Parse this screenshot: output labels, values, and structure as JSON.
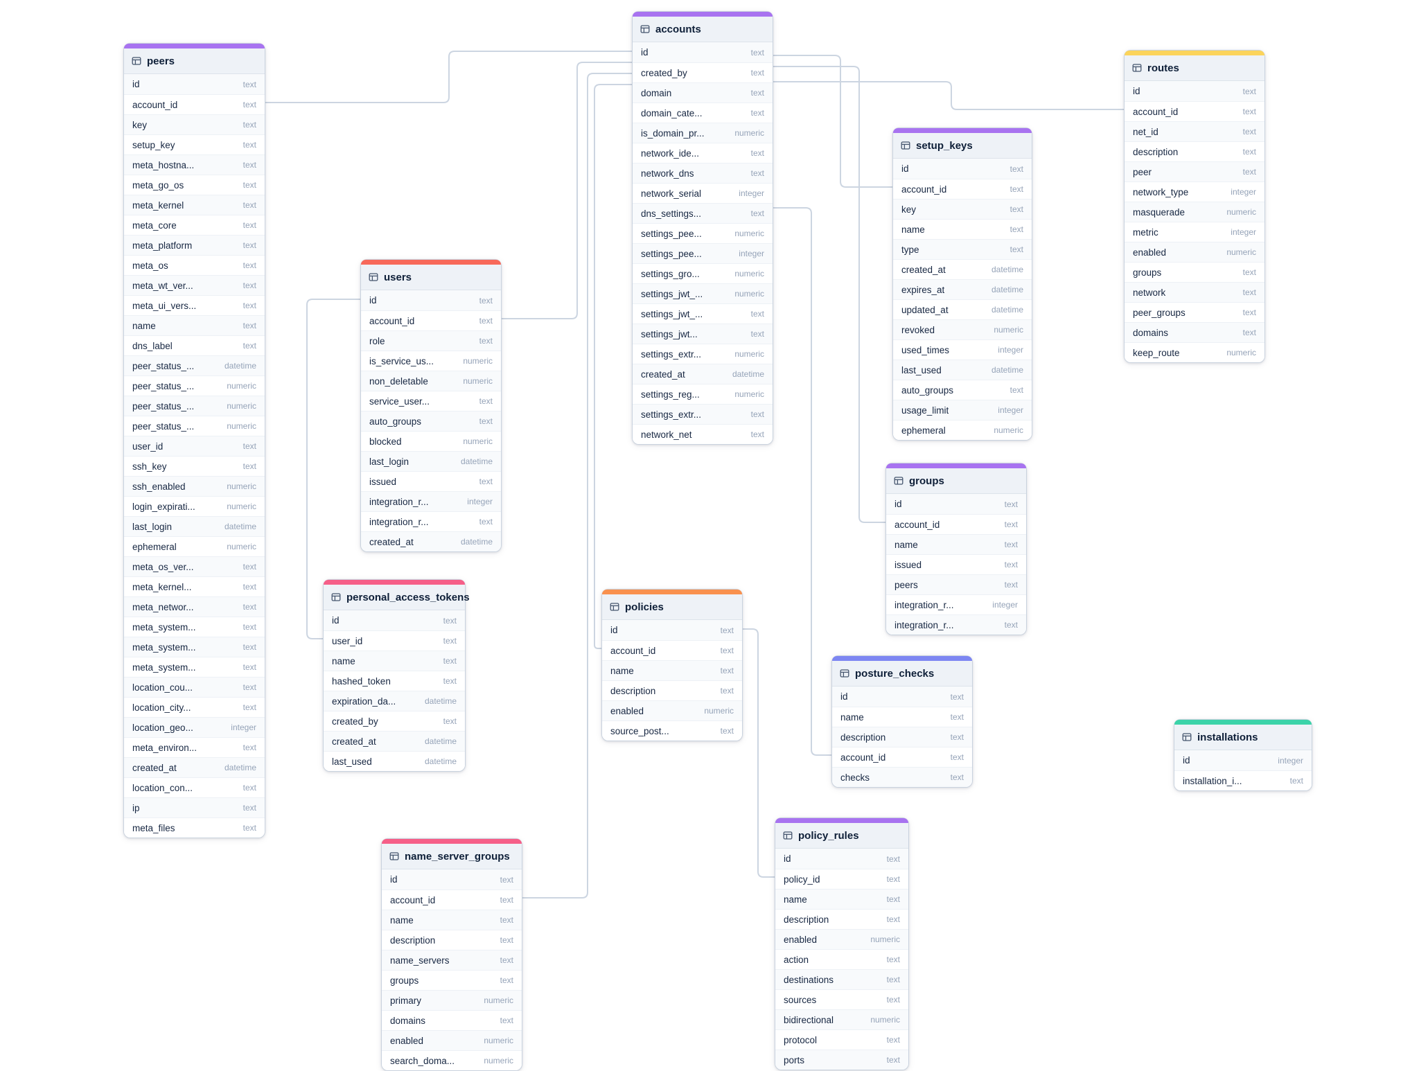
{
  "diagram": {
    "connector_color": "#ccd5e1",
    "tables": [
      {
        "id": "peers",
        "title": "peers",
        "header_color": "#a873f0",
        "fields": [
          {
            "name": "id",
            "type": "text"
          },
          {
            "name": "account_id",
            "type": "text"
          },
          {
            "name": "key",
            "type": "text"
          },
          {
            "name": "setup_key",
            "type": "text"
          },
          {
            "name": "meta_hostna...",
            "type": "text"
          },
          {
            "name": "meta_go_os",
            "type": "text"
          },
          {
            "name": "meta_kernel",
            "type": "text"
          },
          {
            "name": "meta_core",
            "type": "text"
          },
          {
            "name": "meta_platform",
            "type": "text"
          },
          {
            "name": "meta_os",
            "type": "text"
          },
          {
            "name": "meta_wt_ver...",
            "type": "text"
          },
          {
            "name": "meta_ui_vers...",
            "type": "text"
          },
          {
            "name": "name",
            "type": "text"
          },
          {
            "name": "dns_label",
            "type": "text"
          },
          {
            "name": "peer_status_...",
            "type": "datetime"
          },
          {
            "name": "peer_status_...",
            "type": "numeric"
          },
          {
            "name": "peer_status_...",
            "type": "numeric"
          },
          {
            "name": "peer_status_...",
            "type": "numeric"
          },
          {
            "name": "user_id",
            "type": "text"
          },
          {
            "name": "ssh_key",
            "type": "text"
          },
          {
            "name": "ssh_enabled",
            "type": "numeric"
          },
          {
            "name": "login_expirati...",
            "type": "numeric"
          },
          {
            "name": "last_login",
            "type": "datetime"
          },
          {
            "name": "ephemeral",
            "type": "numeric"
          },
          {
            "name": "meta_os_ver...",
            "type": "text"
          },
          {
            "name": "meta_kernel...",
            "type": "text"
          },
          {
            "name": "meta_networ...",
            "type": "text"
          },
          {
            "name": "meta_system...",
            "type": "text"
          },
          {
            "name": "meta_system...",
            "type": "text"
          },
          {
            "name": "meta_system...",
            "type": "text"
          },
          {
            "name": "location_cou...",
            "type": "text"
          },
          {
            "name": "location_city...",
            "type": "text"
          },
          {
            "name": "location_geo...",
            "type": "integer"
          },
          {
            "name": "meta_environ...",
            "type": "text"
          },
          {
            "name": "created_at",
            "type": "datetime"
          },
          {
            "name": "location_con...",
            "type": "text"
          },
          {
            "name": "ip",
            "type": "text"
          },
          {
            "name": "meta_files",
            "type": "text"
          }
        ]
      },
      {
        "id": "users",
        "title": "users",
        "header_color": "#f8695a",
        "fields": [
          {
            "name": "id",
            "type": "text"
          },
          {
            "name": "account_id",
            "type": "text"
          },
          {
            "name": "role",
            "type": "text"
          },
          {
            "name": "is_service_us...",
            "type": "numeric"
          },
          {
            "name": "non_deletable",
            "type": "numeric"
          },
          {
            "name": "service_user...",
            "type": "text"
          },
          {
            "name": "auto_groups",
            "type": "text"
          },
          {
            "name": "blocked",
            "type": "numeric"
          },
          {
            "name": "last_login",
            "type": "datetime"
          },
          {
            "name": "issued",
            "type": "text"
          },
          {
            "name": "integration_r...",
            "type": "integer"
          },
          {
            "name": "integration_r...",
            "type": "text"
          },
          {
            "name": "created_at",
            "type": "datetime"
          }
        ]
      },
      {
        "id": "accounts",
        "title": "accounts",
        "header_color": "#a873f0",
        "fields": [
          {
            "name": "id",
            "type": "text"
          },
          {
            "name": "created_by",
            "type": "text"
          },
          {
            "name": "domain",
            "type": "text"
          },
          {
            "name": "domain_cate...",
            "type": "text"
          },
          {
            "name": "is_domain_pr...",
            "type": "numeric"
          },
          {
            "name": "network_ide...",
            "type": "text"
          },
          {
            "name": "network_dns",
            "type": "text"
          },
          {
            "name": "network_serial",
            "type": "integer"
          },
          {
            "name": "dns_settings...",
            "type": "text"
          },
          {
            "name": "settings_pee...",
            "type": "numeric"
          },
          {
            "name": "settings_pee...",
            "type": "integer"
          },
          {
            "name": "settings_gro...",
            "type": "numeric"
          },
          {
            "name": "settings_jwt_...",
            "type": "numeric"
          },
          {
            "name": "settings_jwt_...",
            "type": "text"
          },
          {
            "name": "settings_jwt...",
            "type": "text"
          },
          {
            "name": "settings_extr...",
            "type": "numeric"
          },
          {
            "name": "created_at",
            "type": "datetime"
          },
          {
            "name": "settings_reg...",
            "type": "numeric"
          },
          {
            "name": "settings_extr...",
            "type": "text"
          },
          {
            "name": "network_net",
            "type": "text"
          }
        ]
      },
      {
        "id": "personal_access_tokens",
        "title": "personal_access_tokens",
        "header_color": "#f65f88",
        "fields": [
          {
            "name": "id",
            "type": "text"
          },
          {
            "name": "user_id",
            "type": "text"
          },
          {
            "name": "name",
            "type": "text"
          },
          {
            "name": "hashed_token",
            "type": "text"
          },
          {
            "name": "expiration_da...",
            "type": "datetime"
          },
          {
            "name": "created_by",
            "type": "text"
          },
          {
            "name": "created_at",
            "type": "datetime"
          },
          {
            "name": "last_used",
            "type": "datetime"
          }
        ]
      },
      {
        "id": "name_server_groups",
        "title": "name_server_groups",
        "header_color": "#f65f88",
        "fields": [
          {
            "name": "id",
            "type": "text"
          },
          {
            "name": "account_id",
            "type": "text"
          },
          {
            "name": "name",
            "type": "text"
          },
          {
            "name": "description",
            "type": "text"
          },
          {
            "name": "name_servers",
            "type": "text"
          },
          {
            "name": "groups",
            "type": "text"
          },
          {
            "name": "primary",
            "type": "numeric"
          },
          {
            "name": "domains",
            "type": "text"
          },
          {
            "name": "enabled",
            "type": "numeric"
          },
          {
            "name": "search_doma...",
            "type": "numeric"
          }
        ]
      },
      {
        "id": "policies",
        "title": "policies",
        "header_color": "#f9914e",
        "fields": [
          {
            "name": "id",
            "type": "text"
          },
          {
            "name": "account_id",
            "type": "text"
          },
          {
            "name": "name",
            "type": "text"
          },
          {
            "name": "description",
            "type": "text"
          },
          {
            "name": "enabled",
            "type": "numeric"
          },
          {
            "name": "source_post...",
            "type": "text"
          }
        ]
      },
      {
        "id": "setup_keys",
        "title": "setup_keys",
        "header_color": "#a873f0",
        "fields": [
          {
            "name": "id",
            "type": "text"
          },
          {
            "name": "account_id",
            "type": "text"
          },
          {
            "name": "key",
            "type": "text"
          },
          {
            "name": "name",
            "type": "text"
          },
          {
            "name": "type",
            "type": "text"
          },
          {
            "name": "created_at",
            "type": "datetime"
          },
          {
            "name": "expires_at",
            "type": "datetime"
          },
          {
            "name": "updated_at",
            "type": "datetime"
          },
          {
            "name": "revoked",
            "type": "numeric"
          },
          {
            "name": "used_times",
            "type": "integer"
          },
          {
            "name": "last_used",
            "type": "datetime"
          },
          {
            "name": "auto_groups",
            "type": "text"
          },
          {
            "name": "usage_limit",
            "type": "integer"
          },
          {
            "name": "ephemeral",
            "type": "numeric"
          }
        ]
      },
      {
        "id": "groups",
        "title": "groups",
        "header_color": "#a873f0",
        "fields": [
          {
            "name": "id",
            "type": "text"
          },
          {
            "name": "account_id",
            "type": "text"
          },
          {
            "name": "name",
            "type": "text"
          },
          {
            "name": "issued",
            "type": "text"
          },
          {
            "name": "peers",
            "type": "text"
          },
          {
            "name": "integration_r...",
            "type": "integer"
          },
          {
            "name": "integration_r...",
            "type": "text"
          }
        ]
      },
      {
        "id": "posture_checks",
        "title": "posture_checks",
        "header_color": "#7d86f2",
        "fields": [
          {
            "name": "id",
            "type": "text"
          },
          {
            "name": "name",
            "type": "text"
          },
          {
            "name": "description",
            "type": "text"
          },
          {
            "name": "account_id",
            "type": "text"
          },
          {
            "name": "checks",
            "type": "text"
          }
        ]
      },
      {
        "id": "policy_rules",
        "title": "policy_rules",
        "header_color": "#a873f0",
        "fields": [
          {
            "name": "id",
            "type": "text"
          },
          {
            "name": "policy_id",
            "type": "text"
          },
          {
            "name": "name",
            "type": "text"
          },
          {
            "name": "description",
            "type": "text"
          },
          {
            "name": "enabled",
            "type": "numeric"
          },
          {
            "name": "action",
            "type": "text"
          },
          {
            "name": "destinations",
            "type": "text"
          },
          {
            "name": "sources",
            "type": "text"
          },
          {
            "name": "bidirectional",
            "type": "numeric"
          },
          {
            "name": "protocol",
            "type": "text"
          },
          {
            "name": "ports",
            "type": "text"
          }
        ]
      },
      {
        "id": "routes",
        "title": "routes",
        "header_color": "#fbd45c",
        "fields": [
          {
            "name": "id",
            "type": "text"
          },
          {
            "name": "account_id",
            "type": "text"
          },
          {
            "name": "net_id",
            "type": "text"
          },
          {
            "name": "description",
            "type": "text"
          },
          {
            "name": "peer",
            "type": "text"
          },
          {
            "name": "network_type",
            "type": "integer"
          },
          {
            "name": "masquerade",
            "type": "numeric"
          },
          {
            "name": "metric",
            "type": "integer"
          },
          {
            "name": "enabled",
            "type": "numeric"
          },
          {
            "name": "groups",
            "type": "text"
          },
          {
            "name": "network",
            "type": "text"
          },
          {
            "name": "peer_groups",
            "type": "text"
          },
          {
            "name": "domains",
            "type": "text"
          },
          {
            "name": "keep_route",
            "type": "numeric"
          }
        ]
      },
      {
        "id": "installations",
        "title": "installations",
        "header_color": "#3bd3a9",
        "fields": [
          {
            "name": "id",
            "type": "integer"
          },
          {
            "name": "installation_i...",
            "type": "text"
          }
        ]
      }
    ],
    "connections": [
      {
        "from": "peers.account_id",
        "to": "accounts.id"
      },
      {
        "from": "personal_access_tokens.user_id",
        "to": "users.id"
      },
      {
        "from": "users.account_id",
        "to": "accounts.id"
      },
      {
        "from": "name_server_groups.account_id",
        "to": "accounts.id"
      },
      {
        "from": "policies.account_id",
        "to": "accounts.id"
      },
      {
        "from": "posture_checks.account_id",
        "to": "accounts.id"
      },
      {
        "from": "setup_keys.account_id",
        "to": "accounts.id"
      },
      {
        "from": "groups.account_id",
        "to": "accounts.id"
      },
      {
        "from": "routes.account_id",
        "to": "accounts.id"
      },
      {
        "from": "policy_rules.policy_id",
        "to": "policies.id"
      }
    ]
  }
}
